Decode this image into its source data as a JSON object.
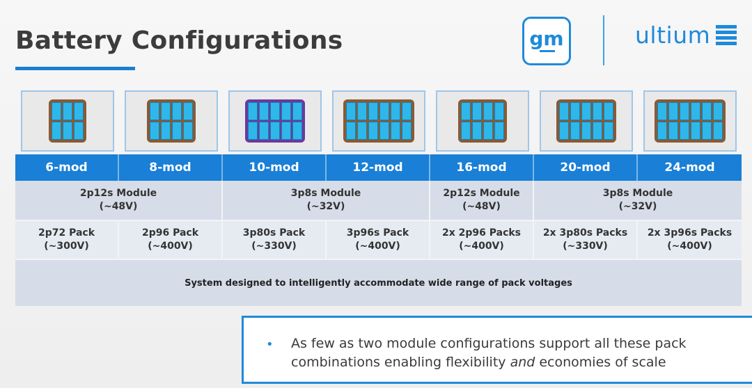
{
  "header": {
    "title": "Battery Configurations"
  },
  "logos": {
    "gm": "gm",
    "ultium": "ultium"
  },
  "configs": [
    {
      "label": "6-mod",
      "pack": "2p72 Pack",
      "voltage": "(~300V)",
      "cols": 3,
      "rows": 2,
      "color": "#8a5a34"
    },
    {
      "label": "8-mod",
      "pack": "2p96 Pack",
      "voltage": "(~400V)",
      "cols": 4,
      "rows": 2,
      "color": "#8a5a34"
    },
    {
      "label": "10-mod",
      "pack": "3p80s Pack",
      "voltage": "(~330V)",
      "cols": 5,
      "rows": 2,
      "color": "#6a3aa0"
    },
    {
      "label": "12-mod",
      "pack": "3p96s Pack",
      "voltage": "(~400V)",
      "cols": 6,
      "rows": 2,
      "color": "#8a5a34"
    },
    {
      "label": "16-mod",
      "pack": "2x 2p96 Packs",
      "voltage": "(~400V)",
      "cols": 4,
      "rows": 2,
      "color": "#8a5a34"
    },
    {
      "label": "20-mod",
      "pack": "2x 3p80s Packs",
      "voltage": "(~330V)",
      "cols": 5,
      "rows": 2,
      "color": "#8a5a34"
    },
    {
      "label": "24-mod",
      "pack": "2x 3p96s Packs",
      "voltage": "(~400V)",
      "cols": 6,
      "rows": 2,
      "color": "#8a5a34"
    }
  ],
  "modules": [
    {
      "name": "2p12s Module",
      "voltage": "(~48V)"
    },
    {
      "name": "3p8s Module",
      "voltage": "(~32V)"
    },
    {
      "name": "2p12s Module",
      "voltage": "(~48V)"
    },
    {
      "name": "3p8s Module",
      "voltage": "(~32V)"
    }
  ],
  "system_note": "System designed to intelligently accommodate wide range of pack voltages",
  "callout": {
    "bullet": "•",
    "text_before": "As few as two module configurations support all these pack combinations enabling flexibility ",
    "emphasis": "and",
    "text_after": " economies of scale"
  },
  "colors": {
    "accent": "#1f8ad9",
    "header_bar": "#1a7fd6",
    "row_dark": "#d6dde8",
    "row_light": "#e6ebf2",
    "module_cell": "#2fb7ea",
    "tray_brown": "#8a5a34",
    "tray_purple": "#6a3aa0"
  }
}
